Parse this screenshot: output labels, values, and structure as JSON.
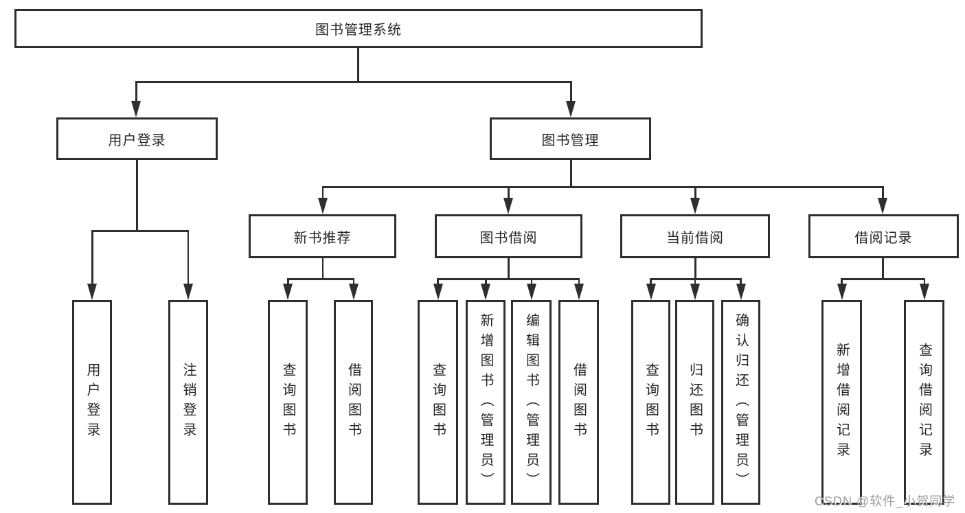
{
  "diagram": {
    "root": "图书管理系统",
    "children": [
      {
        "label": "用户登录",
        "children": [
          "用户登录",
          "注销登录"
        ]
      },
      {
        "label": "图书管理",
        "children": [
          {
            "label": "新书推荐",
            "children": [
              "查询图书",
              "借阅图书"
            ]
          },
          {
            "label": "图书借阅",
            "children": [
              "查询图书",
              "新增图书（管理员）",
              "编辑图书（管理员）",
              "借阅图书"
            ]
          },
          {
            "label": "当前借阅",
            "children": [
              "查询图书",
              "归还图书",
              "确认归还（管理员）"
            ]
          },
          {
            "label": "借阅记录",
            "children": [
              "新增借阅记录",
              "查询借阅记录"
            ]
          }
        ]
      }
    ]
  },
  "watermark": "CSDN @软件_小贺同学",
  "colors": {
    "line": "#2e2e2e",
    "text": "#262626",
    "watermark_text": "#9b9b9b",
    "background": "#ffffff"
  }
}
